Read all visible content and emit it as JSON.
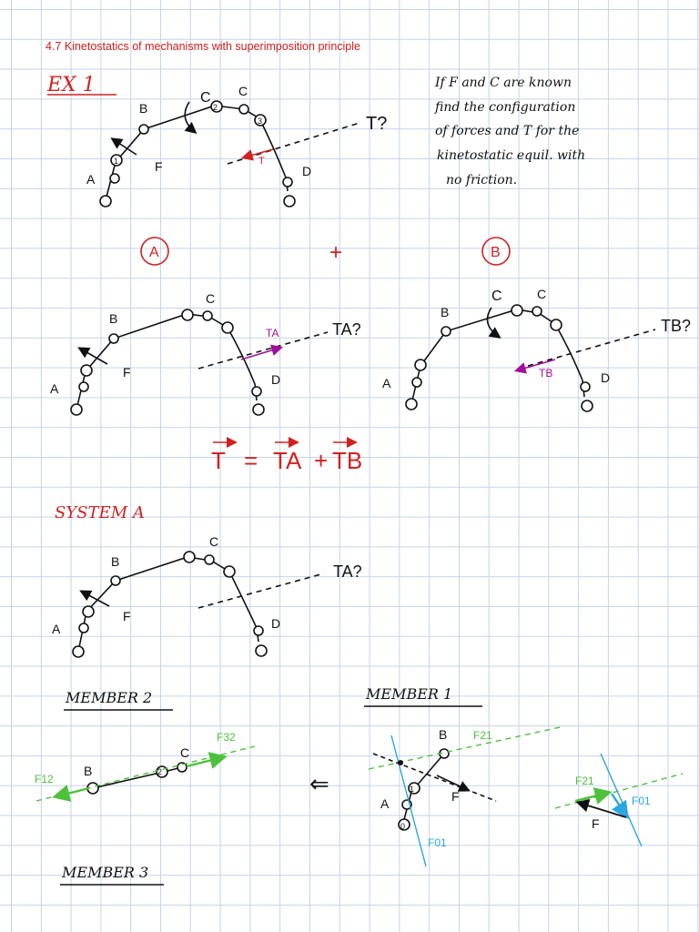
{
  "title": "4.7 Kinetostatics of mechanisms with superimposition principle",
  "colors": {
    "red": "#d42020",
    "magenta": "#a0109a",
    "green": "#4cc23a",
    "cyan": "#2aa6e0",
    "ink": "#111111",
    "grid": "#c5d3ea"
  },
  "example_label": "EX 1",
  "statement": [
    "If F and C are known",
    "find the configuration",
    "of forces and T for the",
    "kinetostatic equil. with",
    "no friction."
  ],
  "joint_labels": {
    "A": "A",
    "B": "B",
    "C": "C",
    "D": "D"
  },
  "link_numbers": {
    "one": "1",
    "two": "2",
    "three": "3",
    "zero": "0"
  },
  "forces": {
    "F": "F",
    "C": "C",
    "T": "T?",
    "T_plain": "T",
    "TA": "TA",
    "TA_query": "TA?",
    "TB": "TB",
    "TB_query": "TB?",
    "F12": "F12",
    "F32": "F32",
    "F21": "F21",
    "F01": "F01"
  },
  "systems": {
    "A": "A",
    "B": "B",
    "plus": "+"
  },
  "equation": {
    "lhs": "T",
    "eq": "=",
    "t1": "TA",
    "plus": "+",
    "t2": "TB"
  },
  "system_a_heading": "SYSTEM A",
  "members": {
    "m2": "MEMBER 2",
    "m1": "MEMBER 1",
    "m3": "MEMBER 3"
  },
  "arrow_symbol": "⇐"
}
